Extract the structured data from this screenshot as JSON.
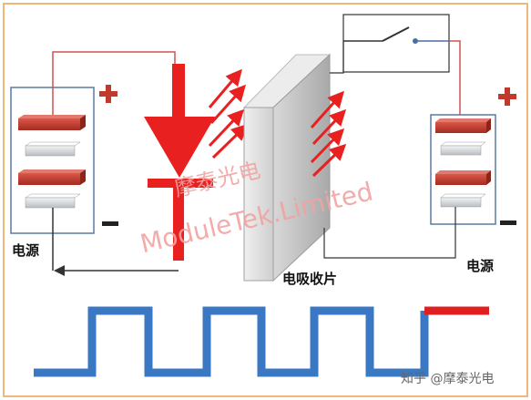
{
  "labels": {
    "left_source": "电源",
    "right_source": "电源",
    "absorber": "电吸收片",
    "plus_left": "+",
    "minus_left": "−",
    "plus_right": "+",
    "minus_right": "−"
  },
  "watermark": {
    "brand_cn": "摩泰光电",
    "brand_en": "ModuleTek.Limited",
    "footer": "知乎 @摩泰光电"
  },
  "colors": {
    "border": "#f0b67a",
    "battery_red": "#c0392b",
    "battery_gray": "#cfd3d6",
    "wire": "#d05050",
    "wire_dark": "#333333",
    "laser_red": "#e82020",
    "slab": "#bfbfbf",
    "switch_dark": "#333333",
    "signal_blue": "#3a78c4",
    "signal_red": "#e02020",
    "watermark": "#f2a3a3"
  }
}
